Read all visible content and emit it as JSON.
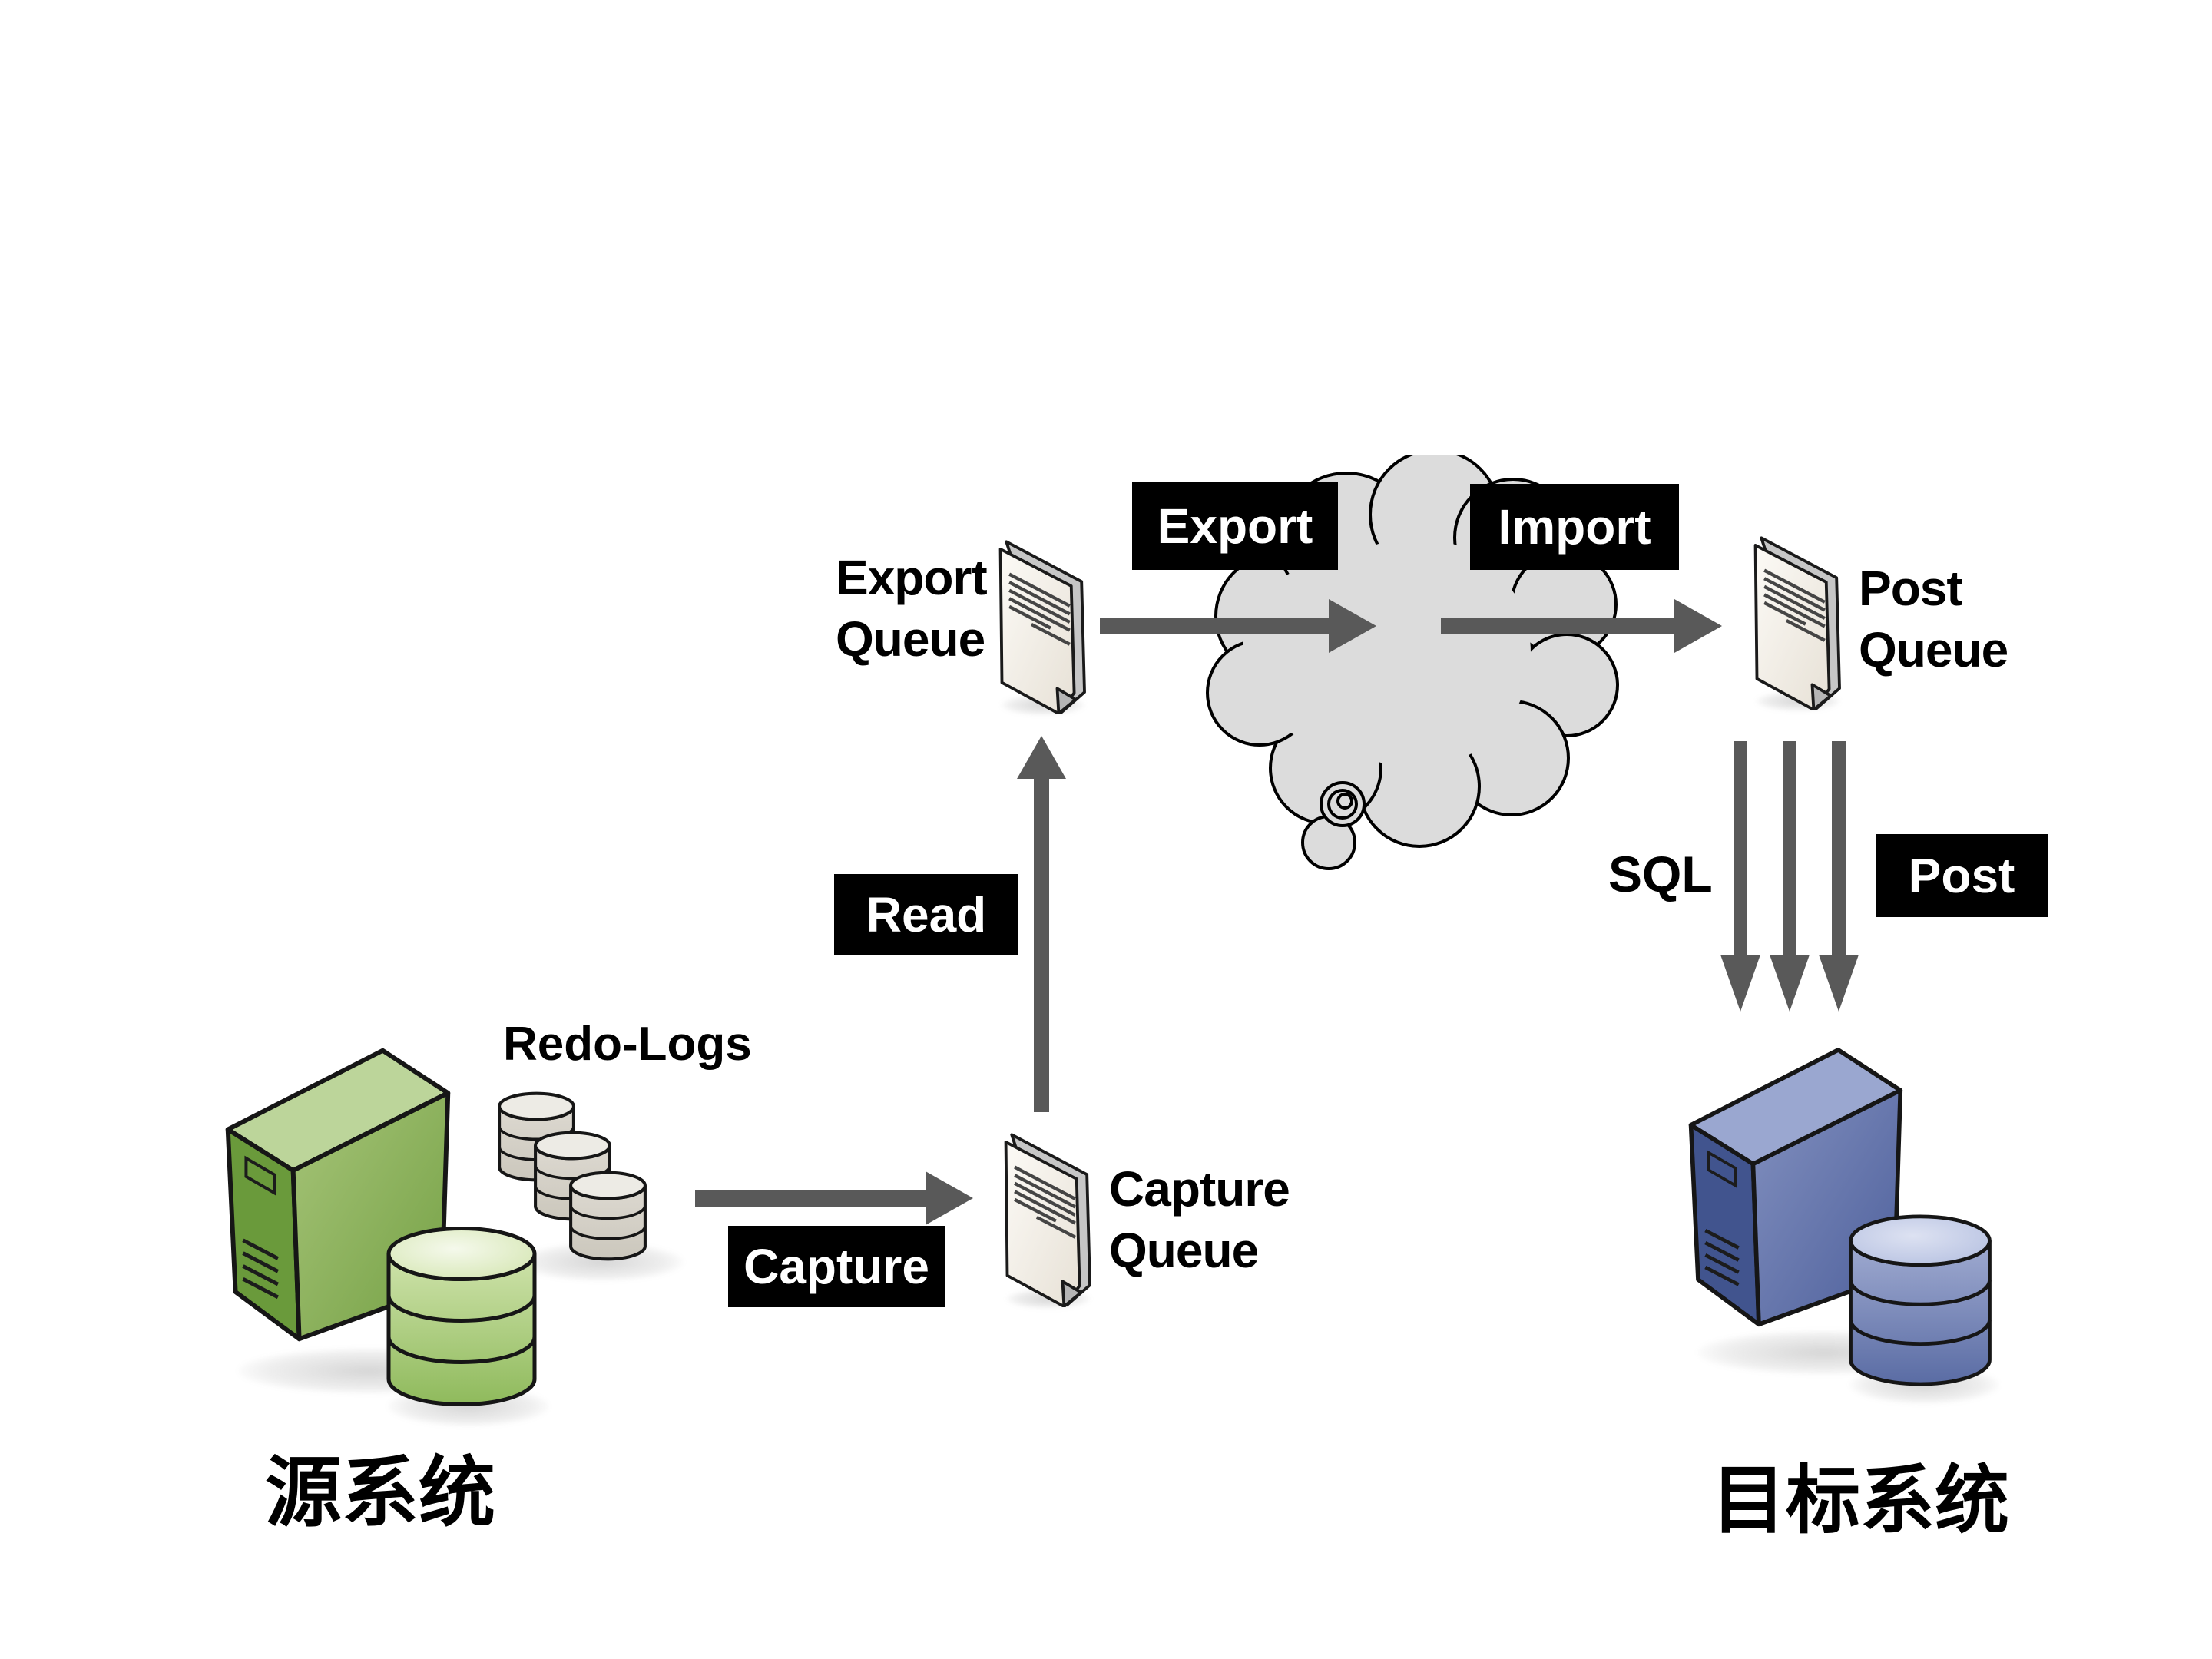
{
  "colors": {
    "background": "#ffffff",
    "arrow": "#595959",
    "label_box_bg": "#000000",
    "label_box_text": "#ffffff",
    "cloud_fill": "#dcdcdc",
    "cloud_stroke": "#000000",
    "source_green": "#7aa546",
    "target_blue": "#5b6da6",
    "paper": "#f1ece3",
    "redo_cylinder_gray": "#d2cec5"
  },
  "source_system": {
    "label": "源系统",
    "server_icon": "green-server-tower",
    "database_icon": "green-database-cylinder"
  },
  "redo_logs": {
    "label": "Redo-Logs",
    "icon": "gray-cylinder-stacks"
  },
  "queues": {
    "capture": "Capture\nQueue",
    "export": "Export\nQueue",
    "post": "Post\nQueue"
  },
  "flow_labels": {
    "capture": "Capture",
    "read": "Read",
    "export": "Export",
    "import": "Import",
    "sql": "SQL",
    "post": "Post"
  },
  "cloud": {
    "icon": "network-cloud"
  },
  "target_system": {
    "label": "目标系统",
    "server_icon": "blue-server-tower",
    "database_icon": "blue-database-cylinder"
  }
}
